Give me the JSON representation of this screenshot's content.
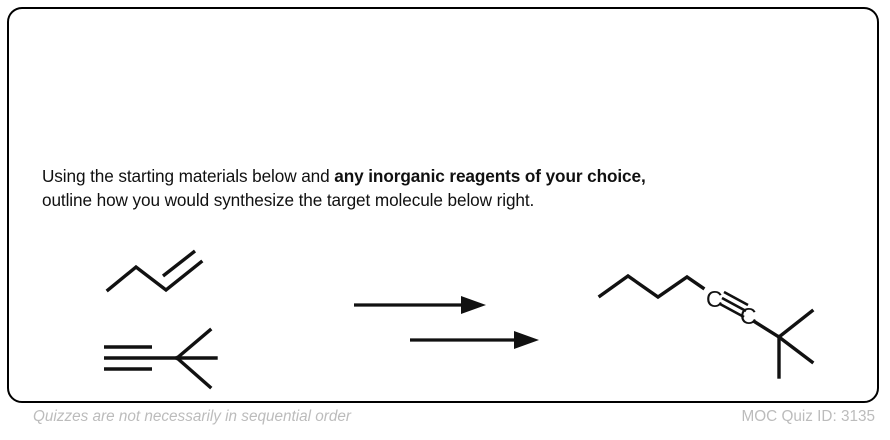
{
  "card": {
    "question": {
      "line1_prefix": "Using the starting materials below and ",
      "line1_bold": "any inorganic reagents of your choice,",
      "line2": "outline how you would synthesize the target molecule below right."
    }
  },
  "scheme": {
    "reactant_1": {
      "name": "1-butene",
      "label": ""
    },
    "reactant_2": {
      "name": "3,3-dimethyl-1-butyne",
      "label": ""
    },
    "arrows": [
      {
        "name": "reaction-arrow-step-1"
      },
      {
        "name": "reaction-arrow-step-2"
      }
    ],
    "product": {
      "name": "2,2-dimethyl-3-octyne",
      "atom_label_left": "C",
      "atom_label_right": "C"
    }
  },
  "footer": {
    "note": "Quizzes are not necessarily in sequential order",
    "quiz_id": "MOC Quiz ID: 3135"
  },
  "colors": {
    "border": "#000000",
    "structure": "#111111",
    "text": "#101010",
    "footer_text": "#bcbcbc",
    "background": "#ffffff"
  }
}
